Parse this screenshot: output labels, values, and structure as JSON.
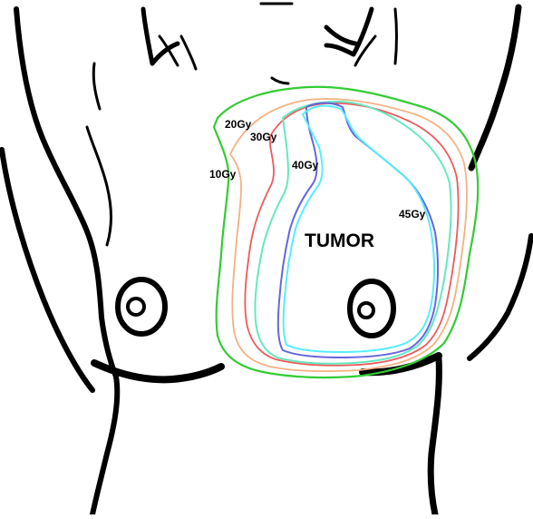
{
  "diagram": {
    "tumor_label": "TUMOR",
    "isodose_lines": [
      {
        "dose": "10Gy",
        "color": "#33cc33"
      },
      {
        "dose": "20Gy",
        "color": "#f5b183"
      },
      {
        "dose": "30Gy",
        "color": "#ee5a5a"
      },
      {
        "dose": "40Gy",
        "color": "#66e8c0"
      },
      {
        "dose": "45Gy",
        "color": "#6666dd"
      }
    ],
    "tumor_outline_color": "#55eeff",
    "body_outline_color": "#000000"
  }
}
